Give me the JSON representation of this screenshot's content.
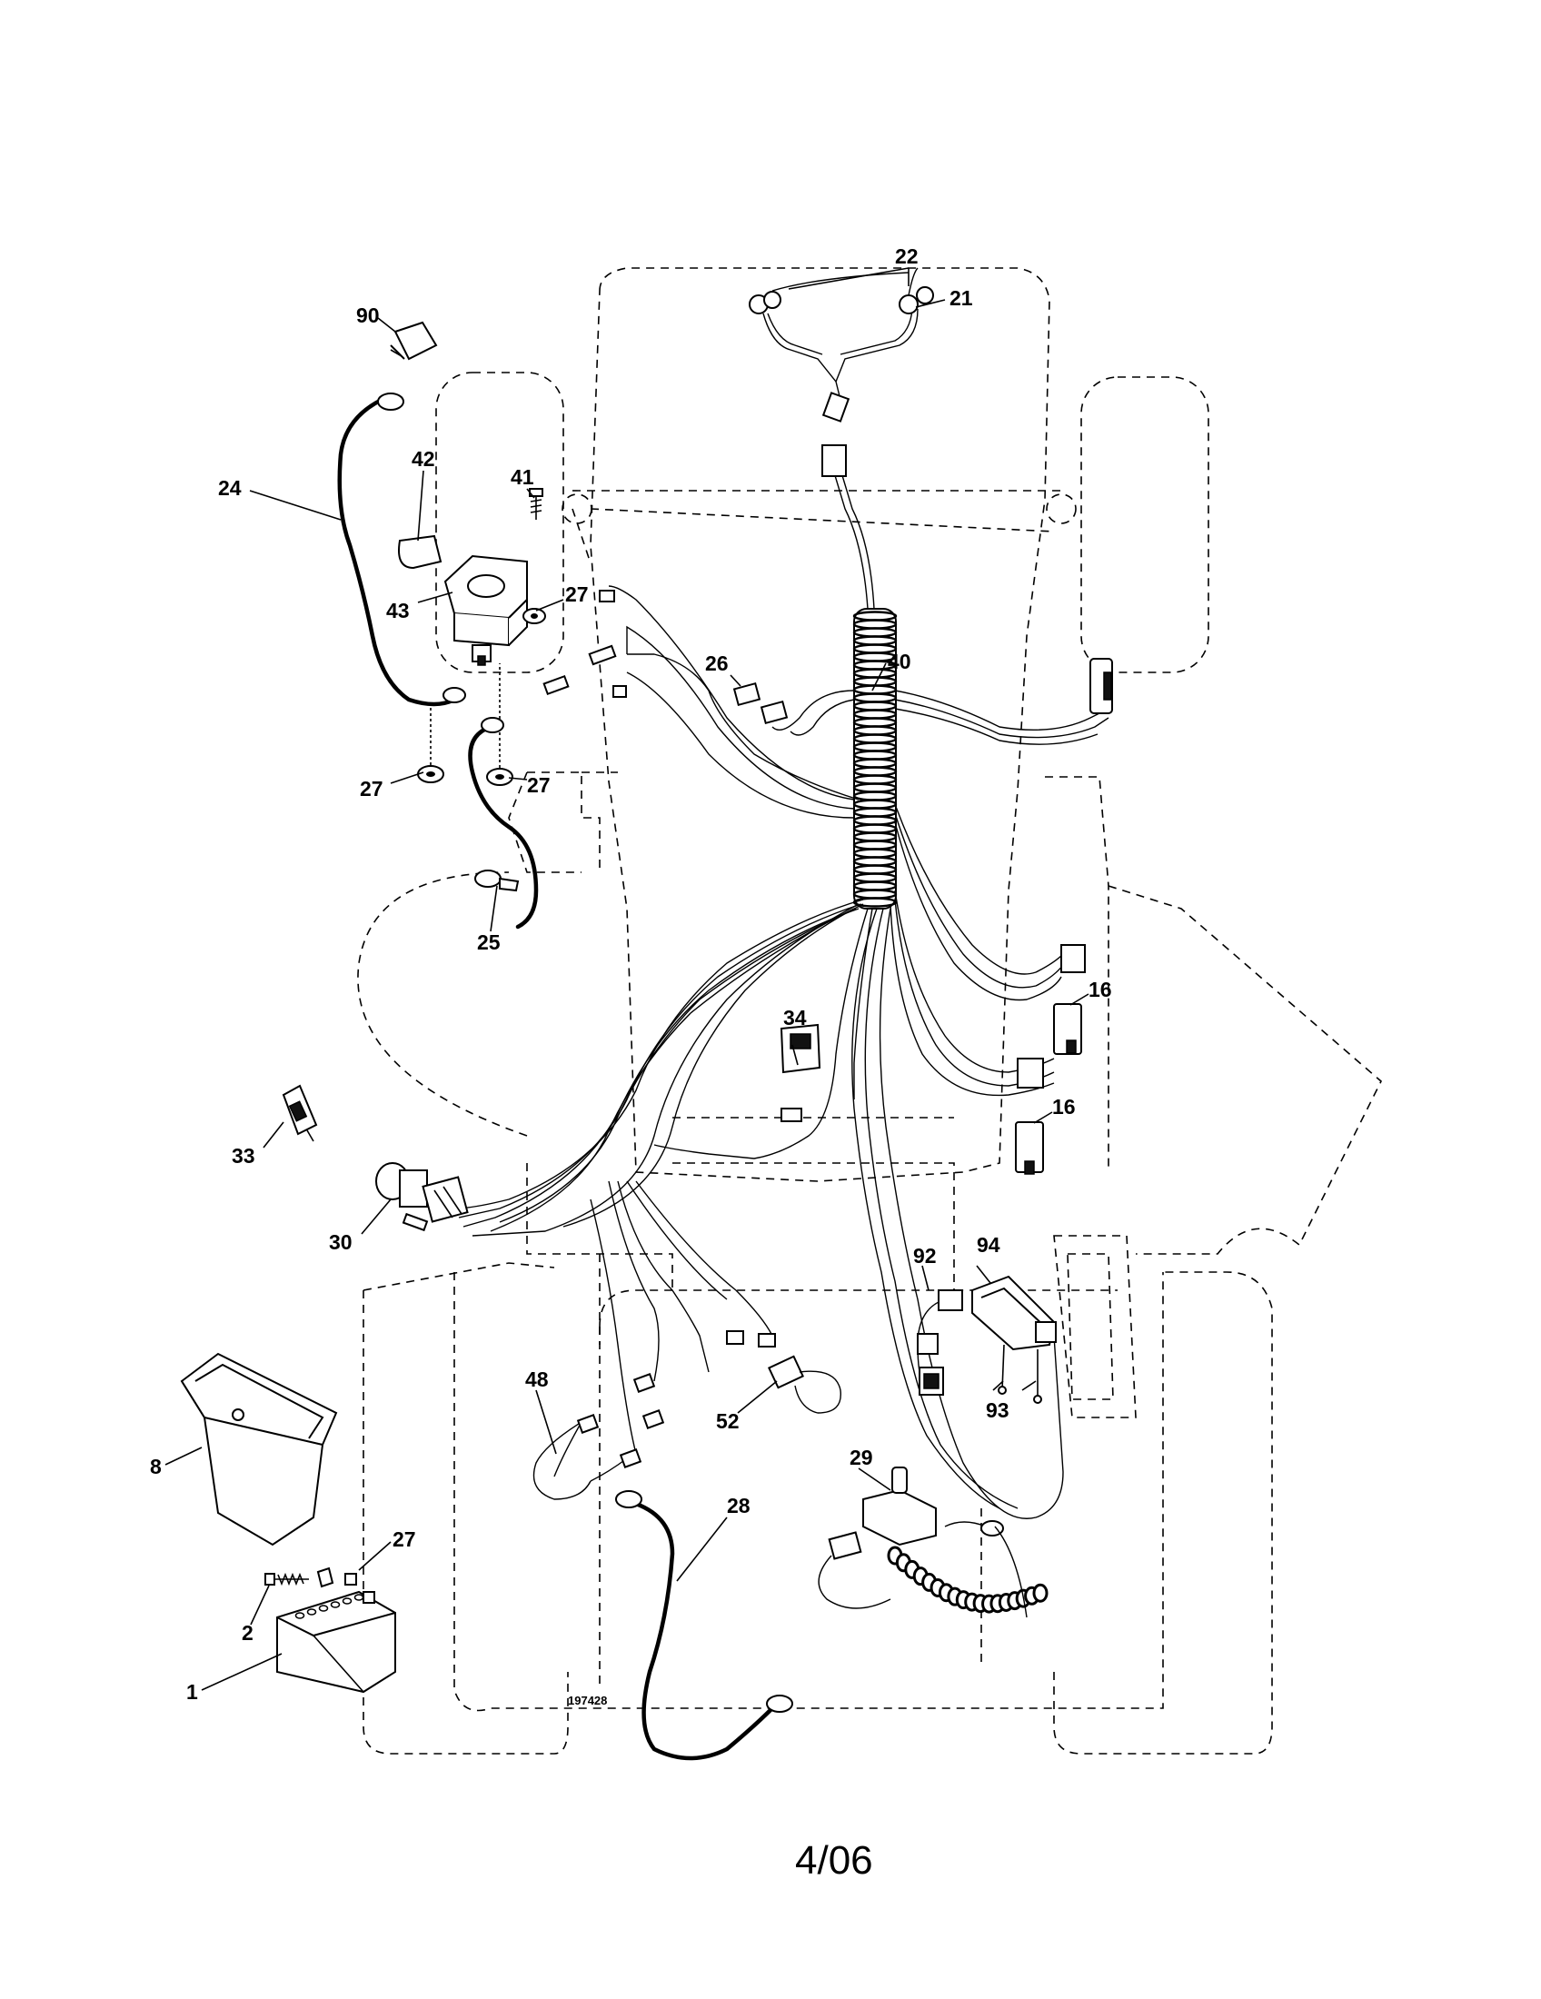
{
  "diagram": {
    "drawing_number": "197428",
    "footer_date": "4/06",
    "callouts": [
      "90",
      "24",
      "42",
      "41",
      "43",
      "27",
      "27",
      "27",
      "27",
      "25",
      "22",
      "21",
      "26",
      "40",
      "16",
      "16",
      "34",
      "33",
      "30",
      "92",
      "94",
      "93",
      "48",
      "52",
      "29",
      "28",
      "8",
      "27",
      "2",
      "1"
    ]
  }
}
